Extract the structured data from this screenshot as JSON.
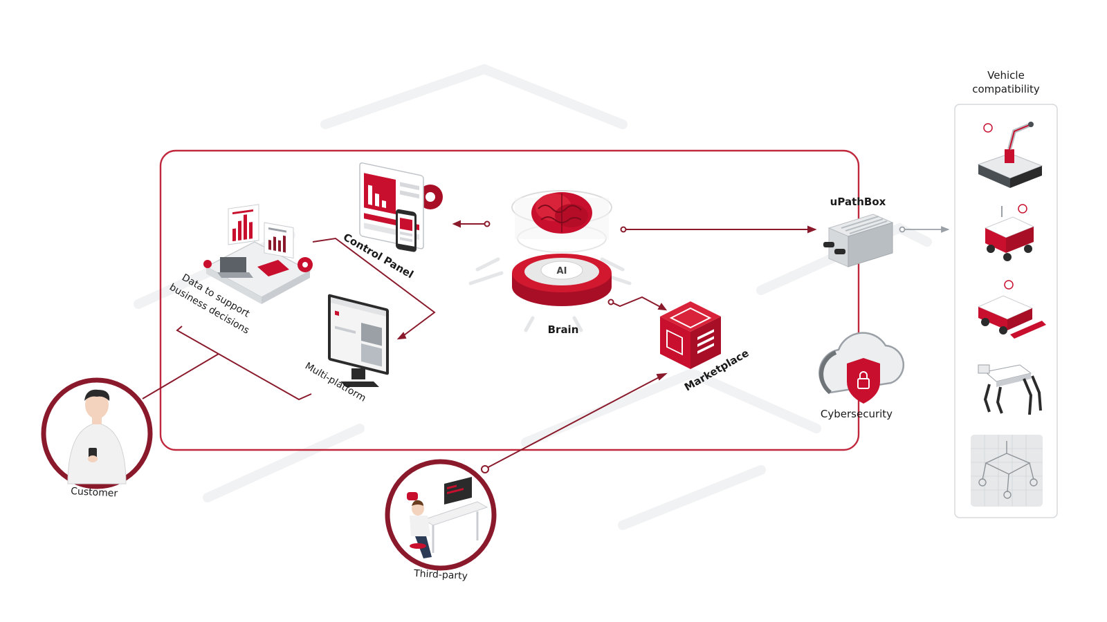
{
  "labels": {
    "vehicle_compatibility_line1": "Vehicle",
    "vehicle_compatibility_line2": "compatibility",
    "upathbox": "uPathBox",
    "brain": "Brain",
    "control_panel": "Control Panel",
    "data_line1": "Data to support",
    "data_line2": "business decisions",
    "multi_platform": "Multi-platform",
    "marketplace": "Marketplace",
    "cybersecurity": "Cybersecurity",
    "customer": "Customer",
    "third_party": "Third-party",
    "brain_chip_glyph": "AI"
  },
  "colors": {
    "accent": "#c8102e",
    "dark_red": "#8a1a2b",
    "frame": "#c0283d",
    "gray": "#9aa0a6",
    "light_gray": "#e6e8ea",
    "panel_border": "#d6d9dc"
  },
  "icons": [
    "brain-icon",
    "control-panel-icon",
    "dashboard-icon",
    "monitor-icon",
    "marketplace-cube-icon",
    "upathbox-device-icon",
    "cloud-shield-icon",
    "robot-arm-vehicle-icon",
    "delivery-robot-icon",
    "harvester-icon",
    "robot-dog-icon",
    "chassis-wireframe-icon",
    "customer-avatar",
    "developer-avatar"
  ]
}
